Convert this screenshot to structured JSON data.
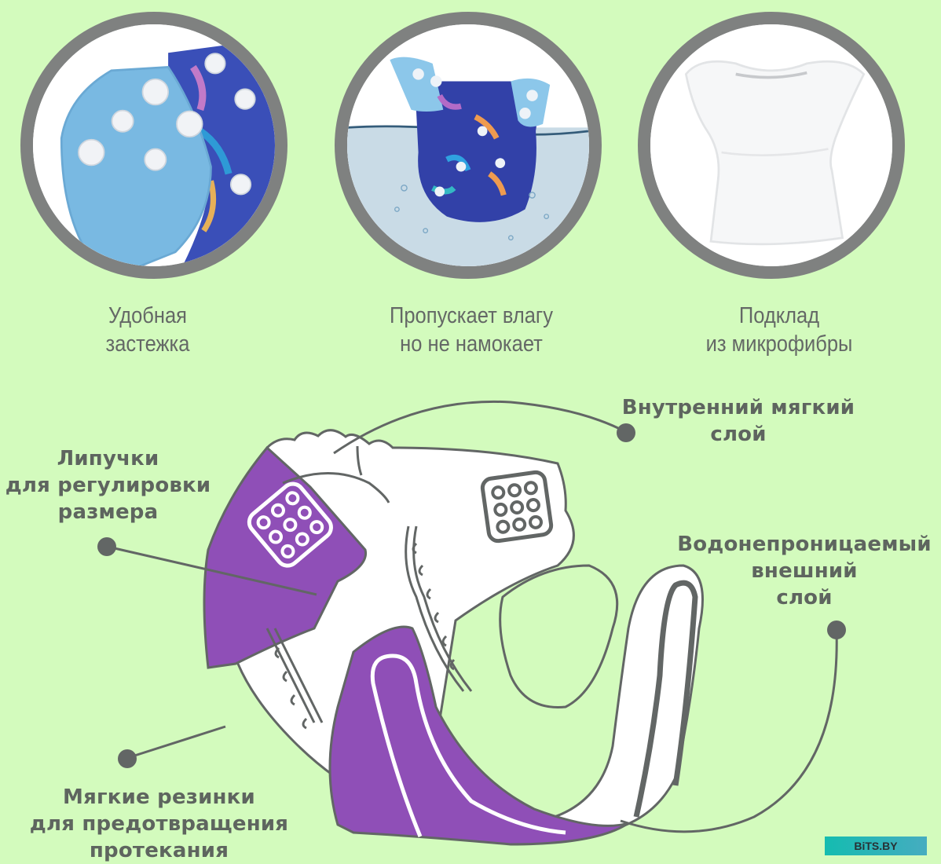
{
  "photos": [
    {
      "name": "fastener-photo",
      "alt": "Blue diaper tab with white snap buttons",
      "caption": [
        "Удобная",
        "застежка"
      ]
    },
    {
      "name": "waterproof-photo",
      "alt": "Printed diaper partially submerged in water",
      "caption": [
        "Пропускает влагу",
        "но не намокает"
      ]
    },
    {
      "name": "microfiber-photo",
      "alt": "White microfiber diaper insert",
      "caption": [
        "Подклад",
        "из микрофибры"
      ]
    }
  ],
  "callouts": {
    "inner_layer": [
      "Внутренний мягкий",
      "слой"
    ],
    "velcro": [
      "Липучки",
      "для регулировки",
      "размера"
    ],
    "outer_layer": [
      "Водонепроницаемый",
      "внешний",
      "слой"
    ],
    "elastics": [
      "Мягкие резинки",
      "для предотвращения",
      "протекания"
    ]
  },
  "watermark": "BiTS.BY",
  "colors": {
    "background": "#d3fbbd",
    "ring": "#7f8180",
    "accent_purple": "#8f4fb7",
    "line_gray": "#626665",
    "text_gray": "#5e655f",
    "badge_teal": "#14bcb0"
  }
}
